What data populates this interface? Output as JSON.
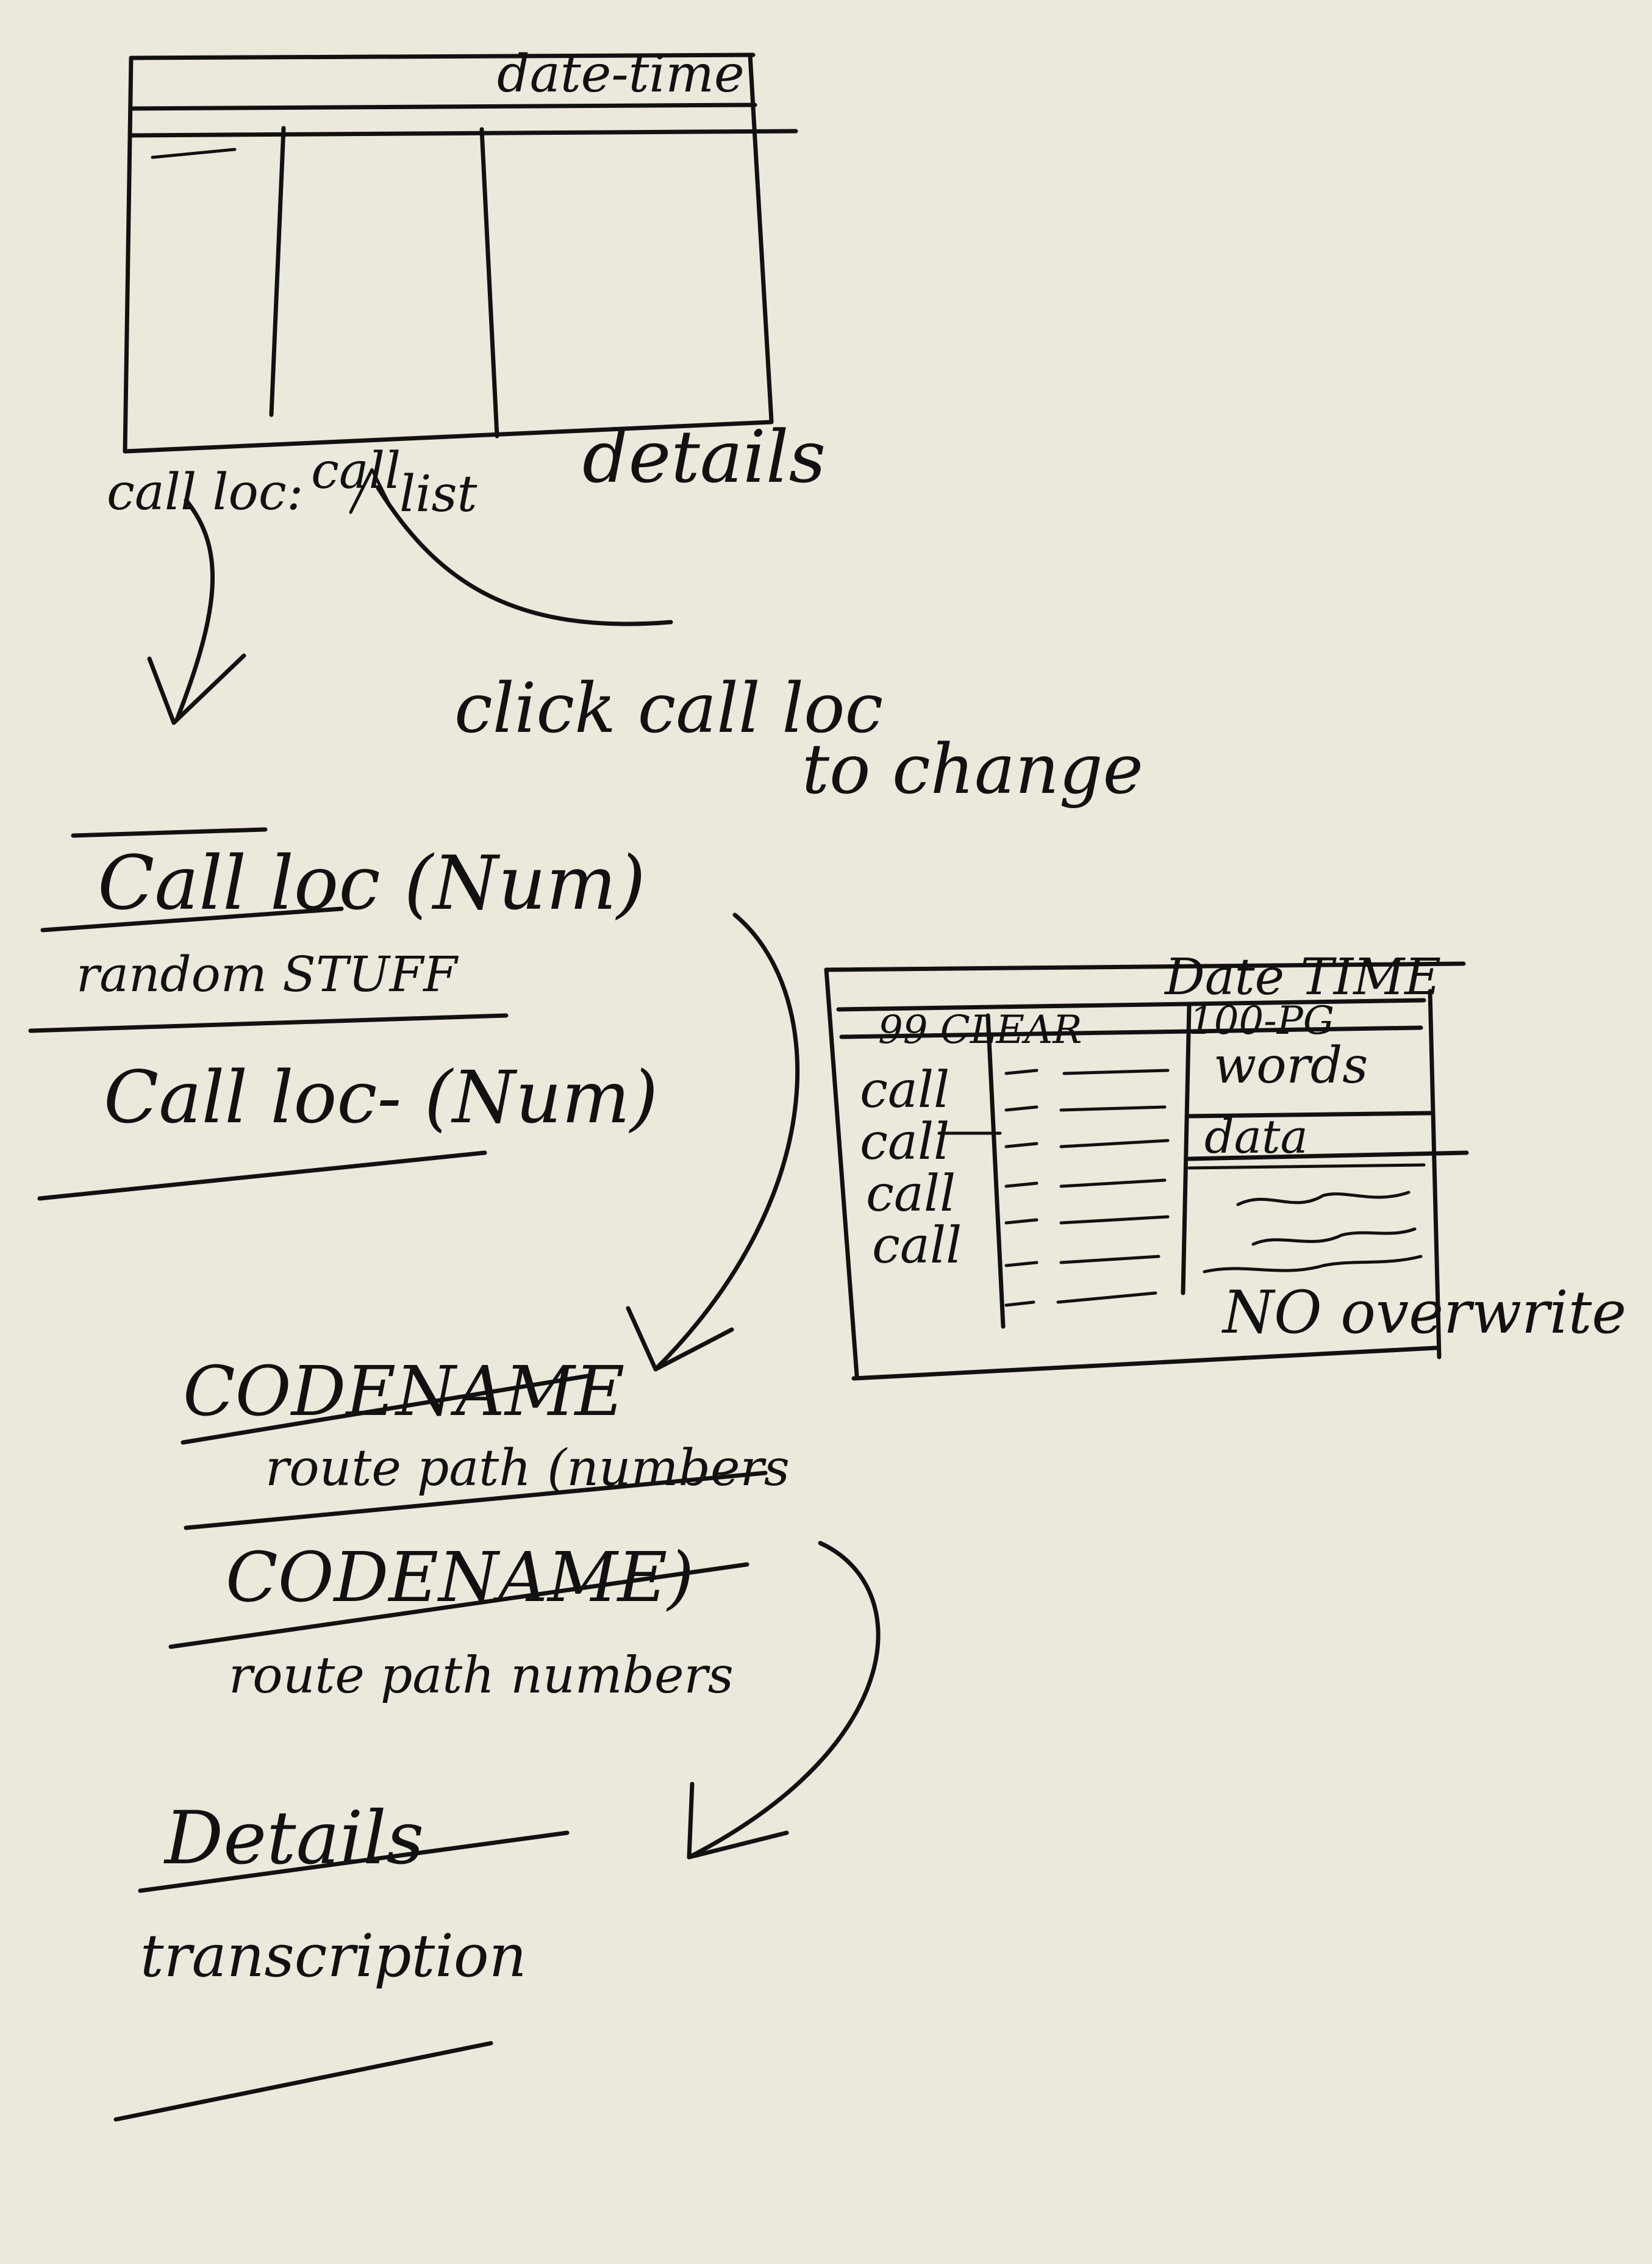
{
  "colors": {
    "paper": "#ebe8dc",
    "ink": "#111111"
  },
  "wireframe_main": {
    "header": "date-time",
    "column_labels": {
      "call_loc": "call loc:",
      "call": "call",
      "list": "list",
      "details": "details"
    }
  },
  "annotation": {
    "line1": "click call loc",
    "line2": "to change"
  },
  "call_loc_list": {
    "item1_title": "Call loc (Num)",
    "item1_sub": "random STUFF",
    "item2_title": "Call loc- (Num)"
  },
  "codename_list": {
    "item1_title": "CODENAME",
    "item1_sub": "route path (numbers",
    "item2_title": "CODENAME)",
    "item2_sub": "route path numbers"
  },
  "details_panel": {
    "title": "Details",
    "body": "transcription"
  },
  "wireframe_detail": {
    "header": "Date TIME",
    "left_header": "99 CLEAR",
    "right_header": "100-PG",
    "calls": [
      "call",
      "call",
      "call",
      "call"
    ],
    "right_words": "words",
    "right_data": "data",
    "note": "NO overwrite"
  }
}
